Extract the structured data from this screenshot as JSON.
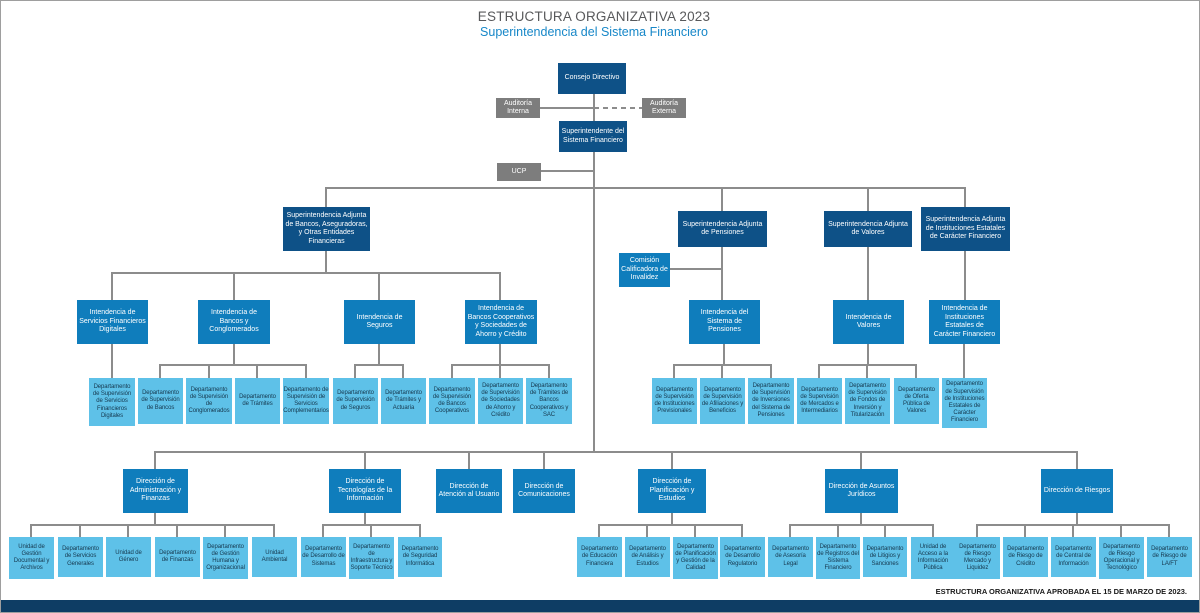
{
  "title": "ESTRUCTURA ORGANIZATIVA 2023",
  "subtitle": "Superintendencia del Sistema Financiero",
  "footer_note": "ESTRUCTURA ORGANIZATIVA APROBADA EL 15 DE MARZO DE 2023.",
  "colors": {
    "dark_blue": "#0e5187",
    "medium_blue": "#0f7dbc",
    "light_blue": "#5ec1e8",
    "gray_box": "#7d7d7d",
    "connector_line": "#8c8c8c",
    "title_gray": "#58595b",
    "subtitle_blue": "#1787c8",
    "footer_bar_navy": "#0e3d64"
  },
  "org": {
    "executive": [
      {
        "id": "consejo-directivo",
        "label": "Consejo Directivo",
        "type": "dark"
      },
      {
        "id": "auditoria-interna",
        "label": "Auditoría Interna",
        "type": "gray"
      },
      {
        "id": "auditoria-externa",
        "label": "Auditoría Externa",
        "type": "gray"
      },
      {
        "id": "superintendente",
        "label": "Superintendente del Sistema Financiero",
        "type": "dark"
      },
      {
        "id": "ucp",
        "label": "UCP",
        "type": "gray"
      }
    ],
    "superintendencias_adjuntas": [
      {
        "id": "sa-bancos",
        "label": "Superintendencia Adjunta de Bancos, Aseguradoras, y Otras Entidades Financieras",
        "type": "dark"
      },
      {
        "id": "sa-pensiones",
        "label": "Superintendencia Adjunta de Pensiones",
        "type": "dark"
      },
      {
        "id": "sa-valores",
        "label": "Superintendencia Adjunta de Valores",
        "type": "dark"
      },
      {
        "id": "sa-estatales",
        "label": "Superintendencia Adjunta de Instituciones Estatales de Carácter Financiero",
        "type": "dark"
      }
    ],
    "comision": {
      "id": "comision-calificadora",
      "label": "Comisión Calificadora de Invalidez",
      "type": "medium"
    },
    "intendencias": [
      {
        "id": "int-sfd",
        "label": "Intendencia de Servicios Financieros Digitales",
        "type": "medium"
      },
      {
        "id": "int-bancos-conglomerados",
        "label": "Intendencia de Bancos y Conglomerados",
        "type": "medium"
      },
      {
        "id": "int-seguros",
        "label": "Intendencia de Seguros",
        "type": "medium"
      },
      {
        "id": "int-cooperativos",
        "label": "Intendencia de Bancos Cooperativos y Sociedades de Ahorro y Crédito",
        "type": "medium"
      },
      {
        "id": "int-pensiones",
        "label": "Intendencia del Sistema de Pensiones",
        "type": "medium"
      },
      {
        "id": "int-valores",
        "label": "Intendencia de Valores",
        "type": "medium"
      },
      {
        "id": "int-estatales",
        "label": "Intendencia de Instituciones Estatales de Carácter Financiero",
        "type": "medium"
      }
    ],
    "departamentos_supervision": [
      {
        "id": "dep-sup-sfd",
        "label": "Departamento de Supervisión de Servicios Financieros Digitales",
        "type": "light"
      },
      {
        "id": "dep-sup-bancos",
        "label": "Departamento de Supervisión de Bancos",
        "type": "light"
      },
      {
        "id": "dep-sup-conglomerados",
        "label": "Departamento de Supervisión de Conglomerados",
        "type": "light"
      },
      {
        "id": "dep-tramites",
        "label": "Departamento de Trámites",
        "type": "light"
      },
      {
        "id": "dep-sup-servicios-complementarios",
        "label": "Departamento de Supervisión de Servicios Complementarios",
        "type": "light"
      },
      {
        "id": "dep-sup-seguros",
        "label": "Departamento de Supervisión de Seguros",
        "type": "light"
      },
      {
        "id": "dep-tramites-actuaria",
        "label": "Departamento de Trámites y Actuaría",
        "type": "light"
      },
      {
        "id": "dep-sup-bancos-cooperativos",
        "label": "Departamento de Supervisión de Bancos Cooperativos",
        "type": "light"
      },
      {
        "id": "dep-sup-sociedades-ahorro",
        "label": "Departamento de Supervisión de Sociedades de Ahorro y Crédito",
        "type": "light"
      },
      {
        "id": "dep-tramites-bc-sac",
        "label": "Departamento de Trámites de Bancos Cooperativos y SAC",
        "type": "light"
      },
      {
        "id": "dep-sup-inst-previsionales",
        "label": "Departamento de Supervisión de Instituciones Previsionales",
        "type": "light"
      },
      {
        "id": "dep-sup-afiliaciones",
        "label": "Departamento de Supervisión de Afiliaciones y Beneficios",
        "type": "light"
      },
      {
        "id": "dep-sup-inversiones",
        "label": "Departamento de Supervisión de Inversiones del Sistema de Pensiones",
        "type": "light"
      },
      {
        "id": "dep-sup-mercados",
        "label": "Departamento de Supervisión de Mercados e Intermediarios",
        "type": "light"
      },
      {
        "id": "dep-sup-fondos",
        "label": "Departamento de Supervisión de Fondos de Inversión y Titularización",
        "type": "light"
      },
      {
        "id": "dep-oferta-publica",
        "label": "Departamento de Oferta Pública de Valores",
        "type": "light"
      },
      {
        "id": "dep-sup-inst-estatales",
        "label": "Departamento de Supervisión de Instituciones Estatales de Carácter Financiero",
        "type": "light"
      }
    ],
    "direcciones": [
      {
        "id": "dir-administracion",
        "label": "Dirección de Administración y Finanzas",
        "type": "medium"
      },
      {
        "id": "dir-tecnologias",
        "label": "Dirección de Tecnologías de la Información",
        "type": "medium"
      },
      {
        "id": "dir-atencion",
        "label": "Dirección de Atención al Usuario",
        "type": "medium"
      },
      {
        "id": "dir-comunicaciones",
        "label": "Dirección de Comunicaciones",
        "type": "medium"
      },
      {
        "id": "dir-planificacion",
        "label": "Dirección de Planificación y Estudios",
        "type": "medium"
      },
      {
        "id": "dir-juridicos",
        "label": "Dirección de Asuntos Jurídicos",
        "type": "medium"
      },
      {
        "id": "dir-riesgos",
        "label": "Dirección de Riesgos",
        "type": "medium"
      }
    ],
    "departamentos_direcciones": [
      {
        "id": "uni-gestion-documental",
        "label": "Unidad de Gestión Documental y Archivos",
        "type": "light"
      },
      {
        "id": "dep-servicios-generales",
        "label": "Departamento de Servicios Generales",
        "type": "light"
      },
      {
        "id": "uni-genero",
        "label": "Unidad de Género",
        "type": "light"
      },
      {
        "id": "dep-finanzas",
        "label": "Departamento de Finanzas",
        "type": "light"
      },
      {
        "id": "dep-gestion-humana",
        "label": "Departamento de Gestión Humana y Organizacional",
        "type": "light"
      },
      {
        "id": "uni-ambiental",
        "label": "Unidad Ambiental",
        "type": "light"
      },
      {
        "id": "dep-desarrollo-sistemas",
        "label": "Departamento de Desarrollo de Sistemas",
        "type": "light"
      },
      {
        "id": "dep-infraestructura",
        "label": "Departamento de Infraestructura y Soporte Técnico",
        "type": "light"
      },
      {
        "id": "dep-seguridad-informatica",
        "label": "Departamento de Seguridad Informática",
        "type": "light"
      },
      {
        "id": "dep-educacion-financiera",
        "label": "Departamento de Educación Financiera",
        "type": "light"
      },
      {
        "id": "dep-analisis-estudios",
        "label": "Departamento de Análisis y Estudios",
        "type": "light"
      },
      {
        "id": "dep-planificacion-calidad",
        "label": "Departamento de Planificación y Gestión de la Calidad",
        "type": "light"
      },
      {
        "id": "dep-desarrollo-regulatorio",
        "label": "Departamento de Desarrollo Regulatorio",
        "type": "light"
      },
      {
        "id": "dep-asesoria-legal",
        "label": "Departamento de Asesoría Legal",
        "type": "light"
      },
      {
        "id": "dep-registros",
        "label": "Departamento de Registros del Sistema Financiero",
        "type": "light"
      },
      {
        "id": "dep-litigios",
        "label": "Departamento de Litigios y Sanciones",
        "type": "light"
      },
      {
        "id": "uni-acceso-informacion",
        "label": "Unidad de Acceso a la Información Pública",
        "type": "light"
      },
      {
        "id": "dep-riesgo-mercado",
        "label": "Departamento de Riesgo Mercado y Liquidez",
        "type": "light"
      },
      {
        "id": "dep-riesgo-credito",
        "label": "Departamento de Riesgo de Crédito",
        "type": "light"
      },
      {
        "id": "dep-central-informacion",
        "label": "Departamento de Central de Información",
        "type": "light"
      },
      {
        "id": "dep-riesgo-operacional",
        "label": "Departamento de Riesgo Operacional y Tecnológico",
        "type": "light"
      },
      {
        "id": "dep-riesgo-laft",
        "label": "Departamento de Riesgo de LA/FT",
        "type": "light"
      }
    ]
  }
}
